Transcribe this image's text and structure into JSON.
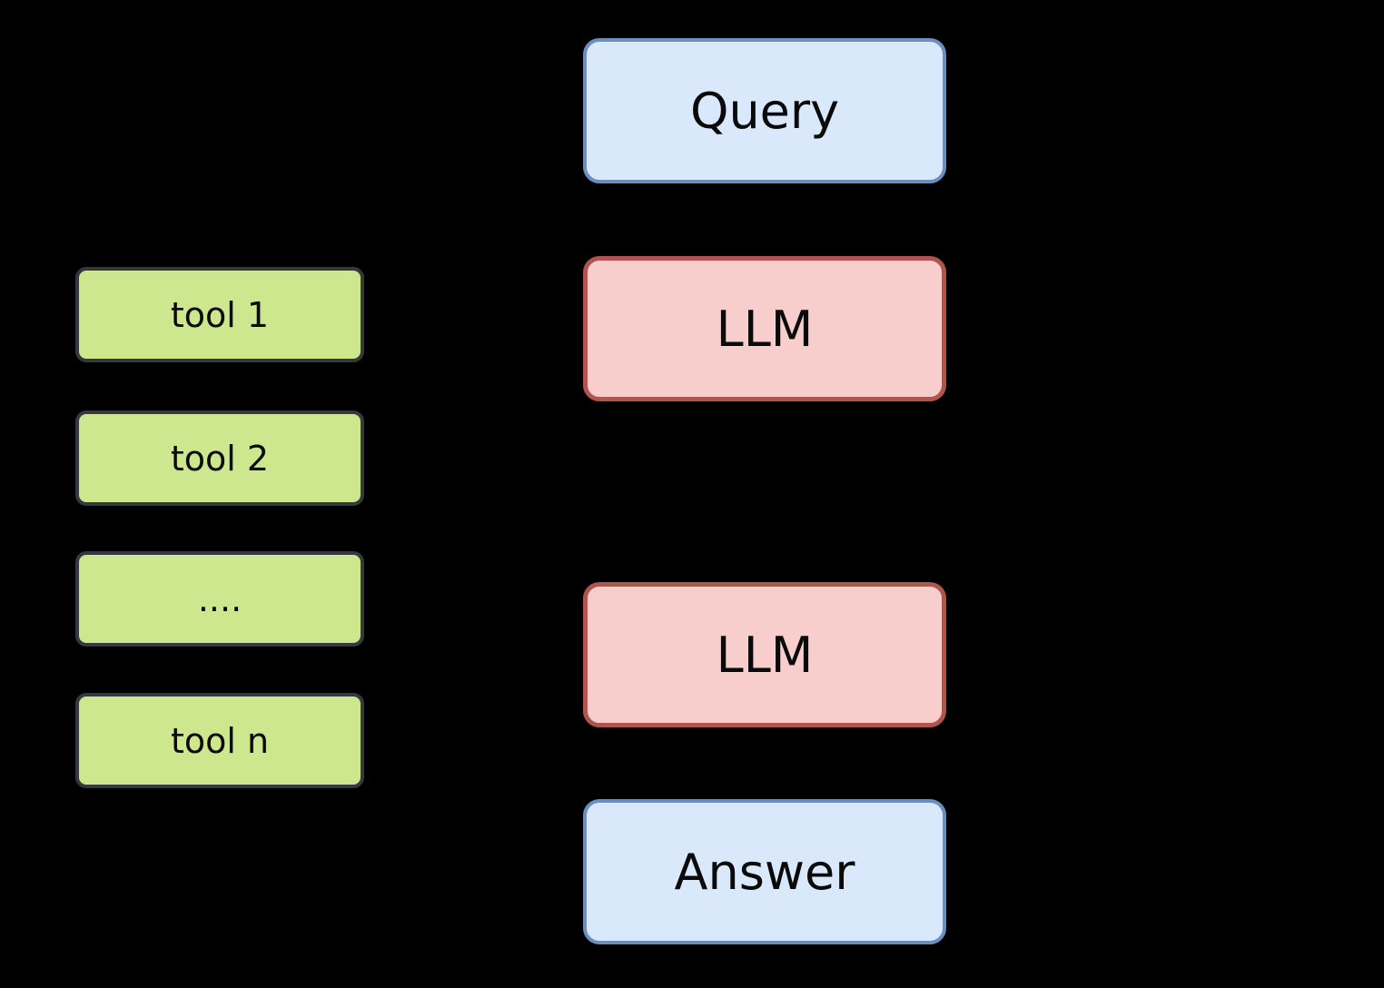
{
  "canvas": {
    "background": "#000000",
    "text_color": "#000000"
  },
  "tools_column": {
    "box_fill": "#cde78f",
    "box_border": "#35393f",
    "items": [
      {
        "label": "tool 1"
      },
      {
        "label": "tool 2"
      },
      {
        "label": "...."
      },
      {
        "label": "tool n"
      }
    ]
  },
  "flow_column": {
    "io_fill": "#dae8fc",
    "io_border": "#6c8ebf",
    "llm_fill": "#f8cecc",
    "llm_border": "#b0544e",
    "items": [
      {
        "label": "Query",
        "kind": "io"
      },
      {
        "label": "LLM",
        "kind": "llm"
      },
      {
        "label": "LLM",
        "kind": "llm"
      },
      {
        "label": "Answer",
        "kind": "io"
      }
    ]
  }
}
